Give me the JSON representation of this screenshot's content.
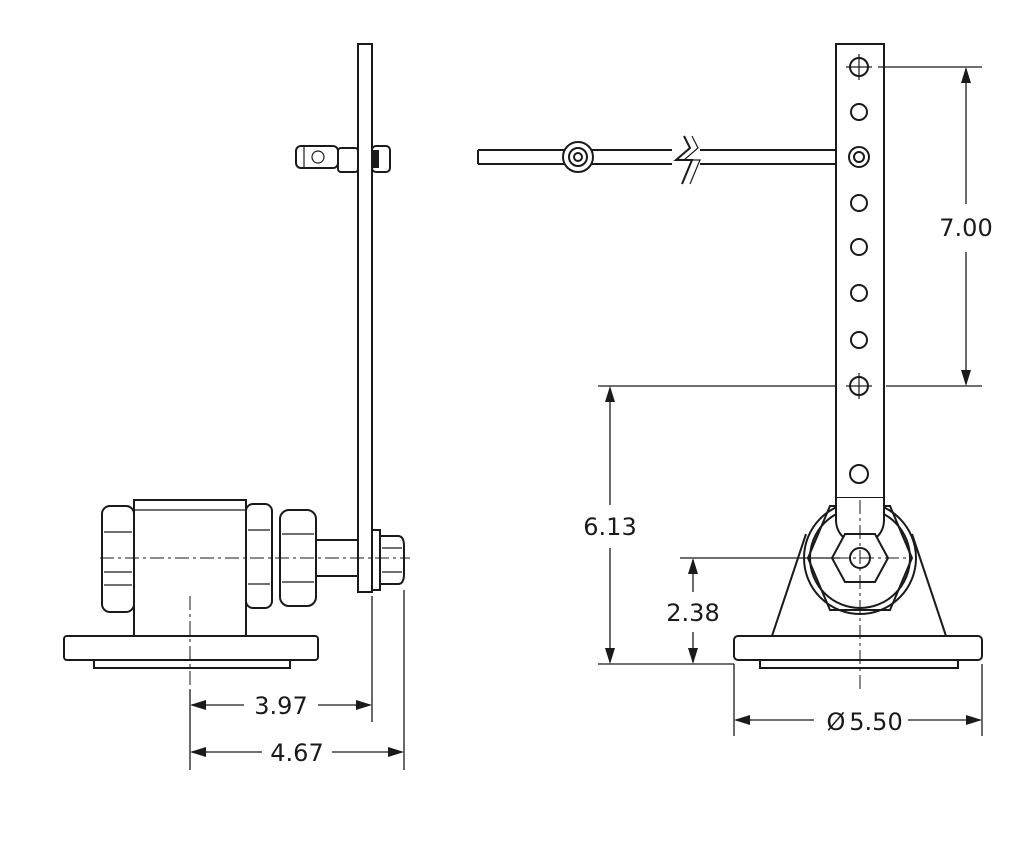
{
  "dimensions": {
    "side_view": {
      "offset_to_plate": "3.97",
      "offset_to_nut": "4.67"
    },
    "front_view": {
      "hole_spacing": "7.00",
      "hole_height": "6.13",
      "pivot_height": "2.38",
      "base_diameter": "5.50",
      "diameter_symbol": "Ø"
    }
  },
  "colors": {
    "line": "#1a1a1a",
    "background": "#ffffff"
  }
}
